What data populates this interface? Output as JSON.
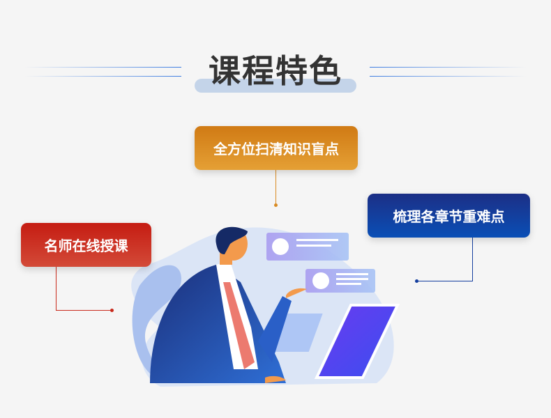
{
  "title": "课程特色",
  "features": [
    {
      "label": "全方位扫清知识盲点",
      "color": "#d88a22"
    },
    {
      "label": "名师在线授课",
      "color": "#c8291b"
    },
    {
      "label": "梳理各章节重难点",
      "color": "#143e9e"
    }
  ]
}
